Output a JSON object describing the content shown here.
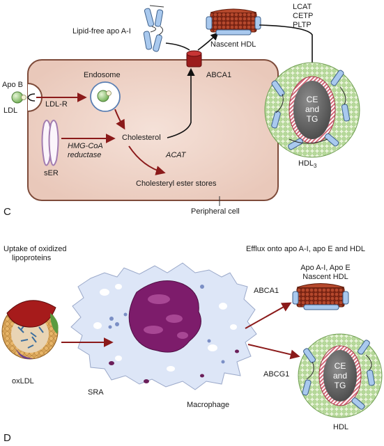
{
  "panel_c": {
    "letter": "C",
    "lipid_free_apoai": "Lipid-free apo A-I",
    "nascent_hdl": "Nascent HDL",
    "enzymes": [
      "LCAT",
      "CETP",
      "PLTP"
    ],
    "apo_b": "Apo B",
    "ldl": "LDL",
    "ldl_r": "LDL-R",
    "endosome": "Endosome",
    "abca1": "ABCA1",
    "cholesterol": "Cholesterol",
    "hmg_coa": [
      "HMG-CoA",
      "reductase"
    ],
    "ser": "sER",
    "acat": "ACAT",
    "ce_stores": "Cholesteryl ester stores",
    "peripheral_cell": "Peripheral cell",
    "hdl3_base": "HDL",
    "hdl3_sub": "3",
    "core": [
      "CE",
      "and",
      "TG"
    ]
  },
  "panel_d": {
    "letter": "D",
    "uptake": [
      "Uptake of oxidized",
      "lipoproteins"
    ],
    "efflux": "Efflux onto apo A-I, apo E and HDL",
    "apo_nascent": [
      "Apo A-I, Apo E",
      "Nascent HDL"
    ],
    "abca1": "ABCA1",
    "abcg1": "ABCG1",
    "oxldl": "oxLDL",
    "sra": "SRA",
    "macrophage": "Macrophage",
    "hdl": "HDL",
    "core": [
      "CE",
      "and",
      "TG"
    ]
  }
}
